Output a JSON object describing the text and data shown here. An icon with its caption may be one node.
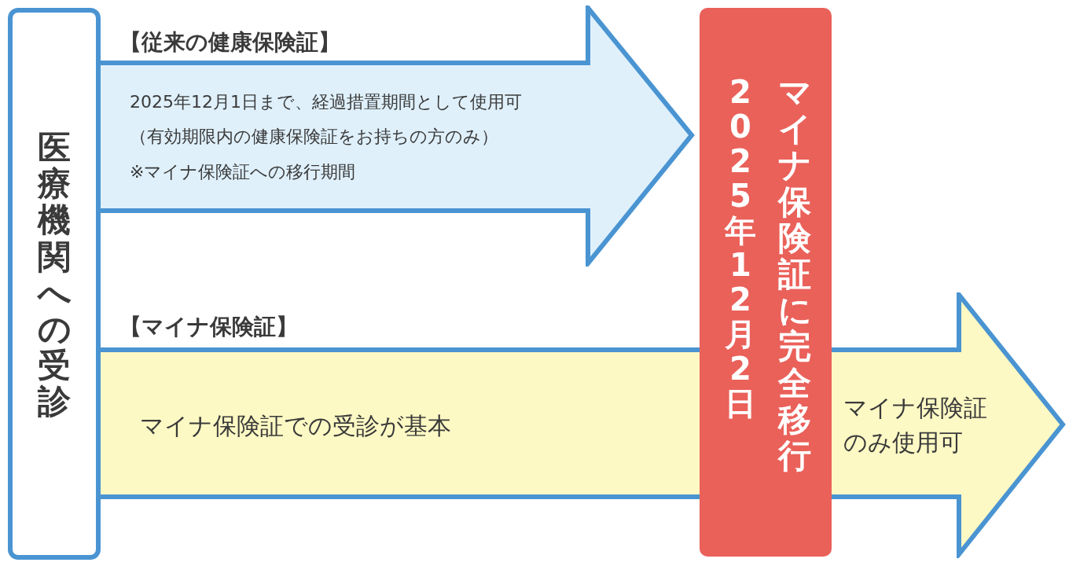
{
  "diagram": {
    "nodes": [
      {
        "text": [
          "医療機関への受診"
        ]
      },
      {
        "text": [
          "【従来の健康保険証】",
          "2025年12月1日まで、経過措置期間として使用可",
          "（有効期限内の健康保険証をお持ちの方のみ）",
          "※マイナ保険証への移行期間"
        ]
      },
      {
        "text": [
          "【マイナ保険証】",
          "マイナ保険証での受診が基本",
          "マイナ保険証のみ使用可"
        ]
      },
      {
        "text": [
          "2025年12月2日",
          "マイナ保険証に完全移行"
        ]
      }
    ]
  }
}
